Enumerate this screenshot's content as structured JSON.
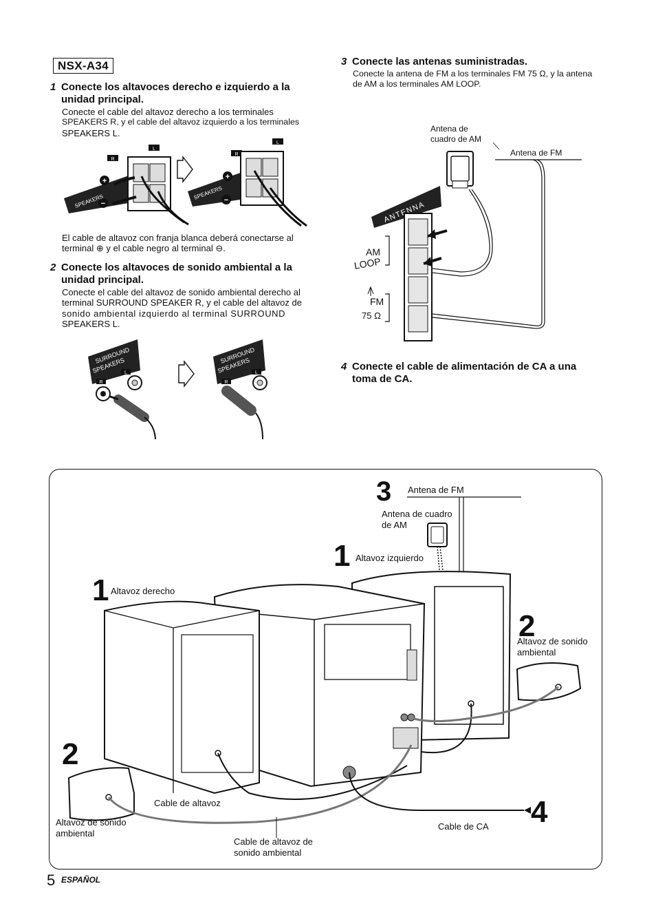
{
  "model_label": "NSX-A34",
  "steps": [
    {
      "number": "1",
      "title_line1": "Conecte los altavoces derecho e izquierdo a la",
      "title_line2": "unidad principal.",
      "body_lines": [
        "Conecte el cable del altavoz derecho a los terminales",
        "SPEAKERS R, y el cable del altavoz izquierdo a los terminales",
        "SPEAKERS L."
      ],
      "note_lines": [
        "El cable de altavoz con franja blanca deberá conectarse al",
        "terminal ⊕ y el cable negro al terminal ⊖."
      ]
    },
    {
      "number": "2",
      "title_line1": "Conecte los altavoces de sonido ambiental a la",
      "title_line2": "unidad principal.",
      "body_lines": [
        "Conecte el cable del altavoz de sonido ambiental derecho al",
        "terminal SURROUND SPEAKER R, y el cable del altavoz de",
        "sonido ambiental izquierdo al terminal SURROUND",
        "SPEAKERS L."
      ]
    },
    {
      "number": "3",
      "title": "Conecte las antenas suministradas.",
      "body_lines": [
        "Conecte la antena de FM a los terminales FM 75 Ω, y la antena",
        "de AM a los terminales AM LOOP."
      ]
    },
    {
      "number": "4",
      "title_line1": "Conecte el cable de alimentación de CA a una",
      "title_line2": "toma de CA."
    }
  ],
  "fig1": {
    "speakers_label": "SPEAKERS",
    "terminal_r": "R",
    "terminal_l": "L",
    "plus": "+",
    "minus": "−"
  },
  "fig2": {
    "surround_label": "SURROUND",
    "speakers_label": "SPEAKERS",
    "terminal_r": "R",
    "terminal_l": "L"
  },
  "fig3": {
    "am_loop_label_line1": "Antena de",
    "am_loop_label_line2": "cuadro de AM",
    "fm_label": "Antena de FM",
    "antenna_panel": "ANTENNA",
    "am": "AM",
    "loop": "LOOP",
    "fm": "FM",
    "ohm": "75 Ω"
  },
  "overview": {
    "num_1a": "1",
    "num_1b": "1",
    "num_2a": "2",
    "num_2b": "2",
    "num_3": "3",
    "num_4": "4",
    "fm_antenna": "Antena de FM",
    "am_loop_line1": "Antena de cuadro",
    "am_loop_line2": "de AM",
    "left_speaker": "Altavoz izquierdo",
    "right_speaker": "Altavoz derecho",
    "surround_right_line1": "Altavoz de sonido",
    "surround_right_line2": "ambiental",
    "surround_left_line1": "Altavoz de sonido",
    "surround_left_line2": "ambiental",
    "speaker_cable": "Cable de altavoz",
    "surround_cable_line1": "Cable de altavoz de",
    "surround_cable_line2": "sonido ambiental",
    "ac_cable": "Cable de CA"
  },
  "footer": {
    "page_number": "5",
    "language": "ESPAÑOL"
  }
}
